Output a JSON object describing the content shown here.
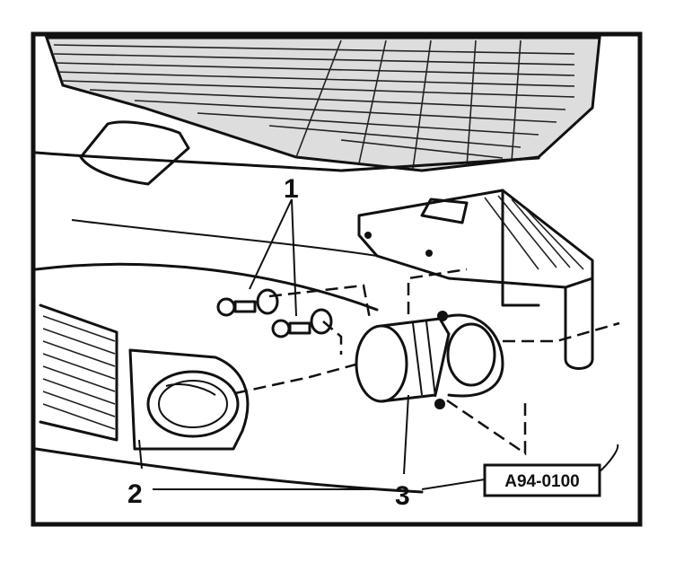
{
  "figure": {
    "reference_code": "A94-0100",
    "callouts": [
      {
        "id": "1",
        "text": "1"
      },
      {
        "id": "2",
        "text": "2"
      },
      {
        "id": "3",
        "text": "3"
      }
    ]
  }
}
